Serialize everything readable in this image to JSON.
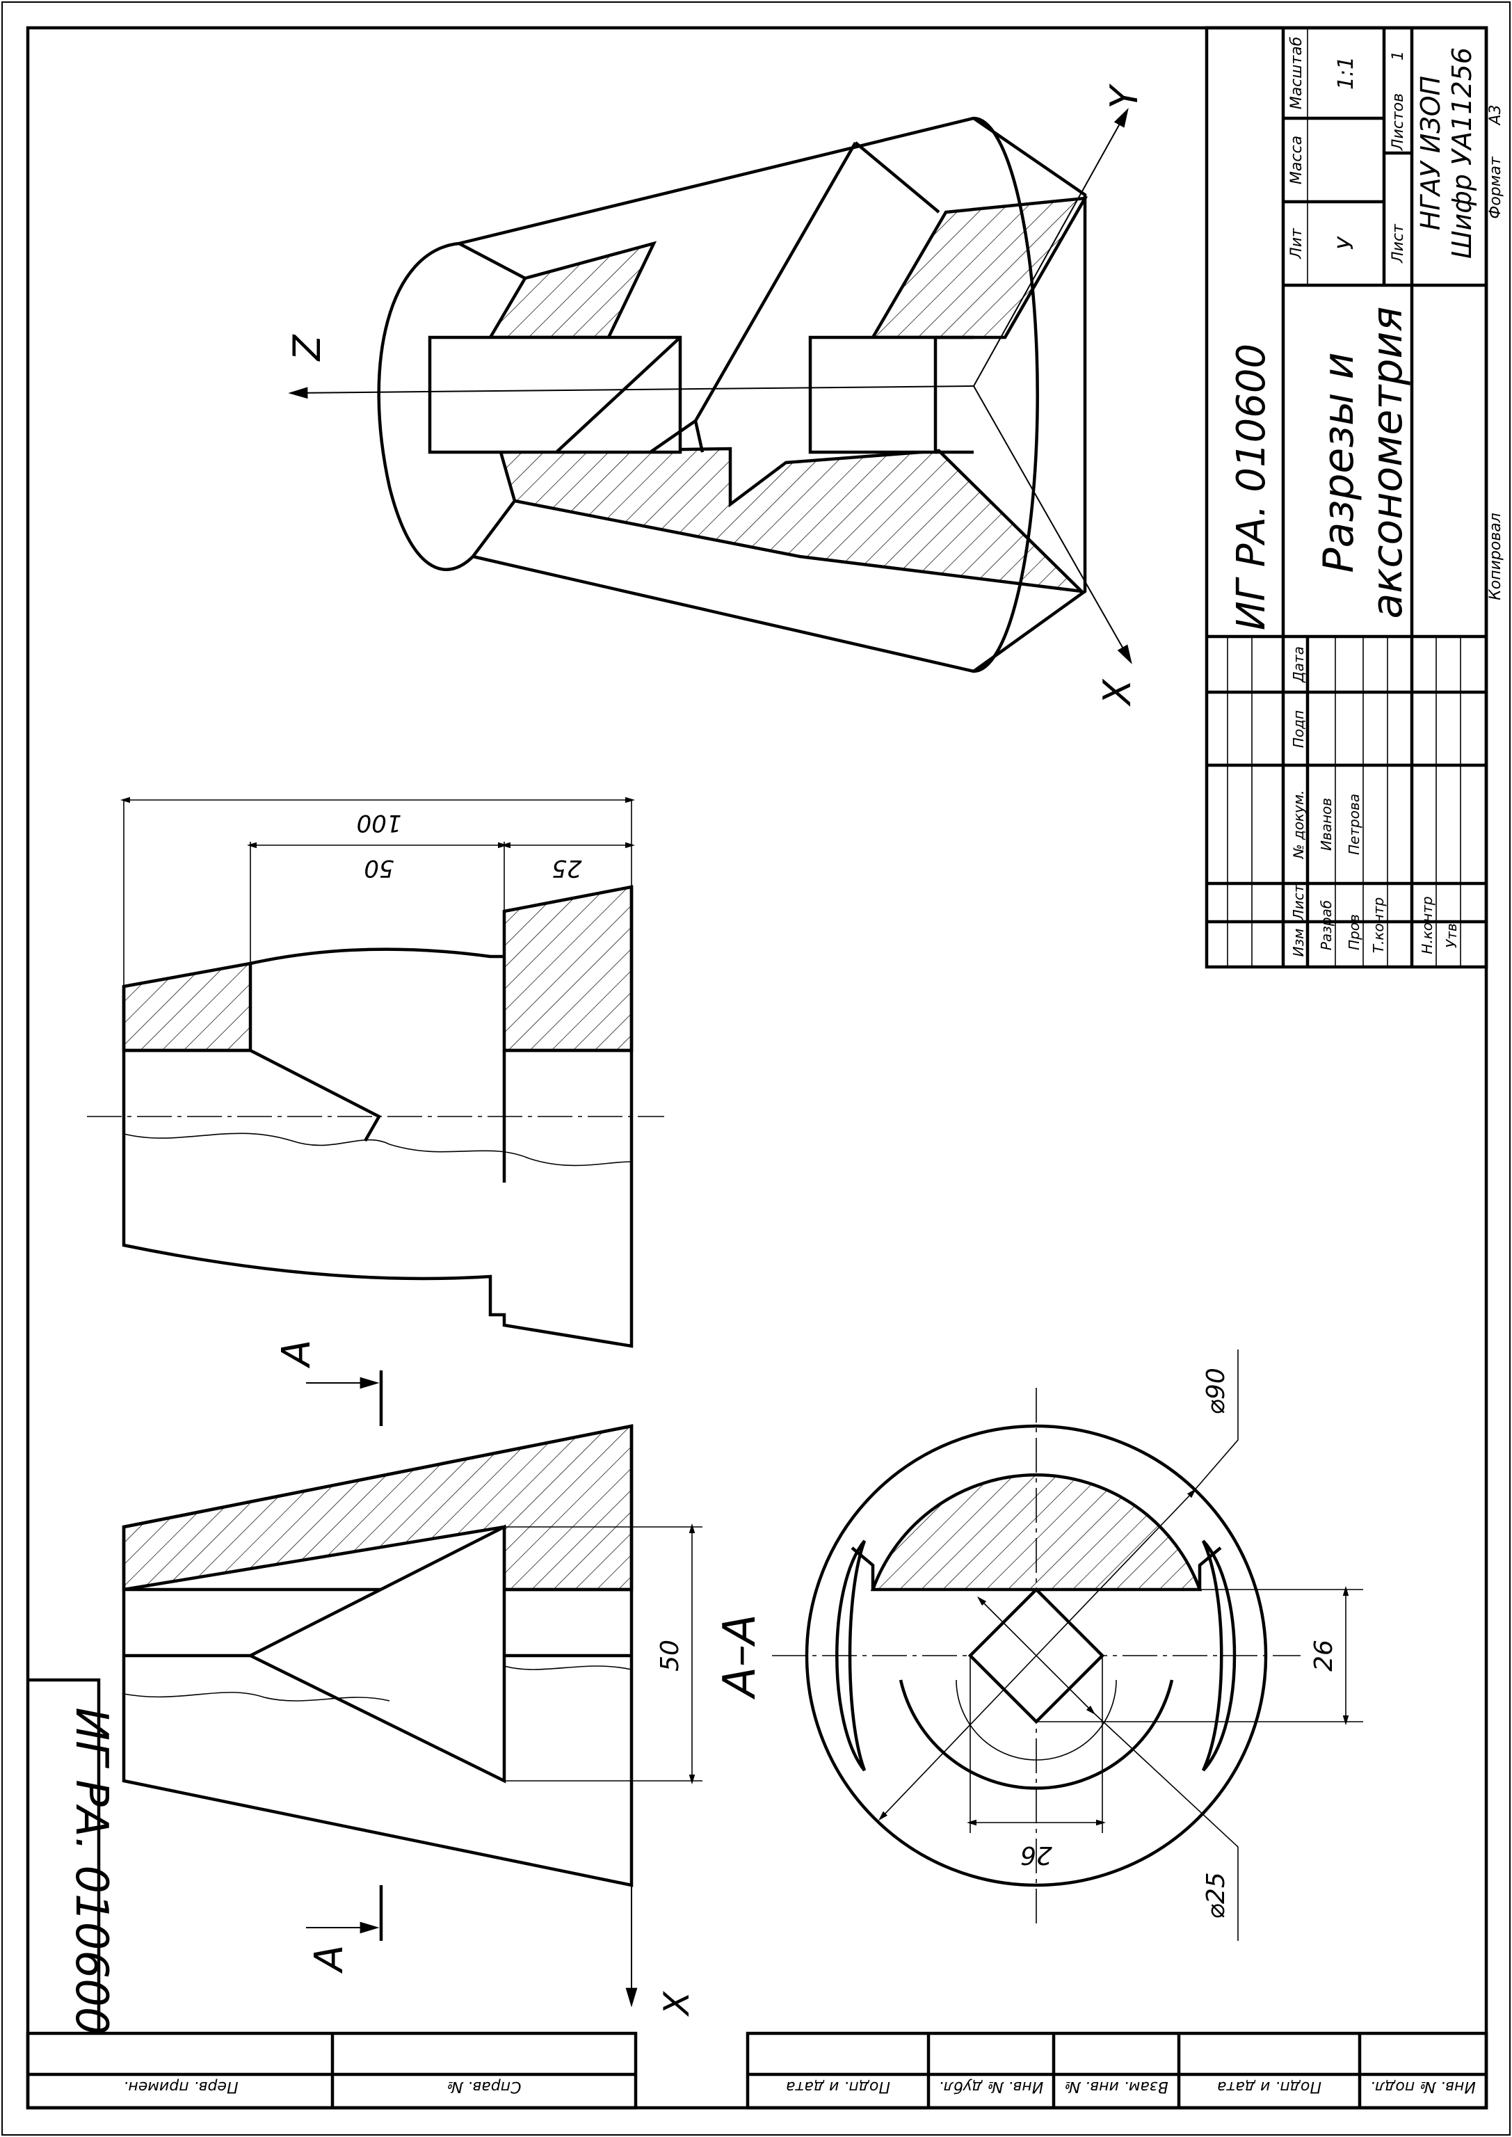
{
  "stamp": {
    "designation": "ИГ РА. 010600",
    "title_line1": "Разрезы и",
    "title_line2": "аксонометрия",
    "lit_header": "Лит",
    "mass_header": "Масса",
    "scale_header": "Масштаб",
    "lit_value": "У",
    "scale_value": "1:1",
    "sheet_label": "Лист",
    "sheets_label": "Листов",
    "sheets_value": "1",
    "org_line1": "НГАУ ИЗОП",
    "org_line2": "Шифр УА11256",
    "copied_label": "Копировал",
    "format_label": "Формат",
    "format_value": "А3",
    "col_izm": "Изм",
    "col_list": "Лист",
    "col_doc": "№ докум.",
    "col_sign": "Подп",
    "col_date": "Дата",
    "row_razrab": "Разраб",
    "row_prov": "Пров",
    "row_tkontr": "Т.контр",
    "row_nkontr": "Н.контр",
    "row_utv": "Утв",
    "name_razrab": "Иванов",
    "name_prov": "Петрова"
  },
  "side_stamp": {
    "designation": "ИГ РА. 010600"
  },
  "bottom_strip": {
    "perv_primen": "Перв. примен.",
    "sprav_no": "Справ. №",
    "podp_data_1": "Подп. и дата",
    "inv_dubl": "Инв. № дубл.",
    "vzam_inv": "Взам. инв. №",
    "podp_data_2": "Подп. и дата",
    "inv_podl": "Инв. № подл."
  },
  "drawing": {
    "section_label": "А–А",
    "cut_label_left": "А",
    "cut_label_right": "А",
    "axis_x_bottom": "X",
    "axis_x_iso": "X",
    "axis_y_iso": "Y",
    "axis_z_iso": "Z"
  },
  "dimensions": {
    "d100": "100",
    "d50_top": "50",
    "d25": "25",
    "d50_mid": "50",
    "d26_right": "26",
    "d26_bottom": "26",
    "phi90": "⌀90",
    "phi25": "⌀25"
  }
}
